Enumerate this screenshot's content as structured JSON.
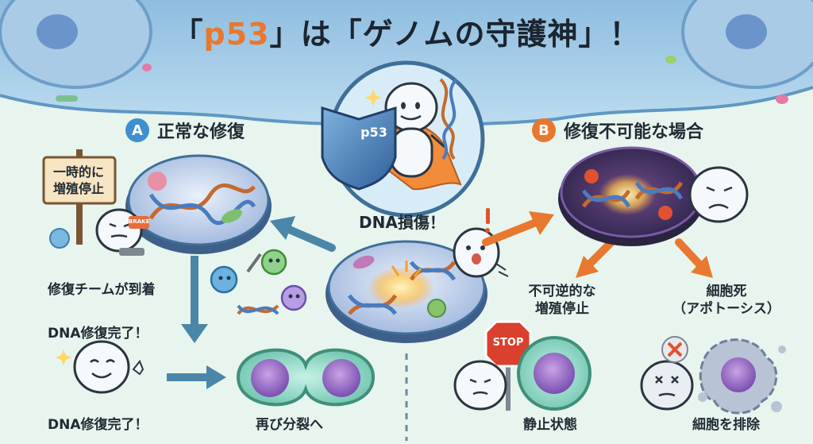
{
  "title": {
    "prefix": "「",
    "accent": "p53",
    "suffix": "」は「ゲノムの守護神」！"
  },
  "center": {
    "shield": "p53",
    "damage": "DNA損傷！"
  },
  "section_a": {
    "badge": "A",
    "label": "正常な修復",
    "sign": "一時的に\n増殖停止",
    "brake": "BRAKE",
    "team": "修復チームが到着",
    "done1": "DNA修復完了！",
    "done2": "DNA修復完了！",
    "divide": "再び分裂へ"
  },
  "section_b": {
    "badge": "B",
    "label": "修復不可能な場合",
    "arrest": "不可逆的な\n増殖停止",
    "stop": "STOP",
    "quiescent": "静止状態",
    "death": "細胞死\n（アポトーシス）",
    "eliminate": "細胞を排除"
  },
  "colors": {
    "accent": "#e8782f",
    "blue": "#3f8fd0",
    "arrow_blue": "#4a86a8"
  }
}
